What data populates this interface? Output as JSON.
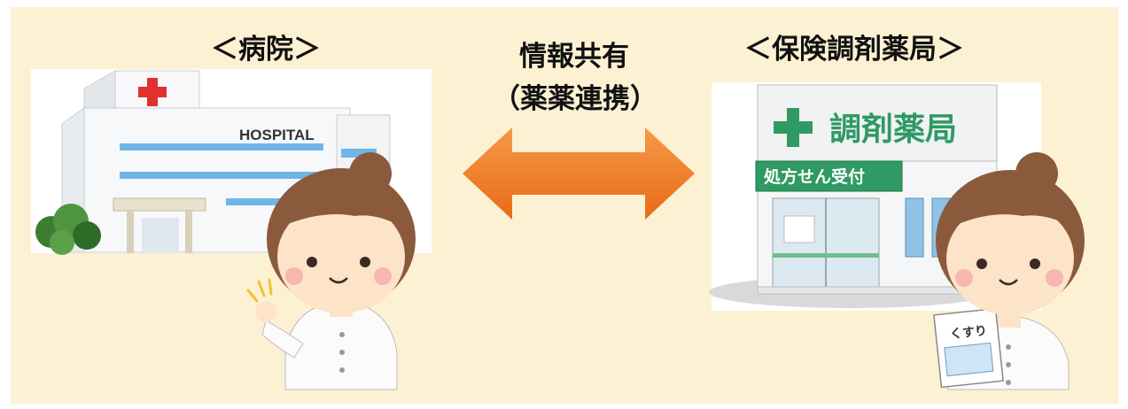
{
  "titles": {
    "hospital": "＜病院＞",
    "pharmacy": "＜保険調剤薬局＞",
    "share_line1": "情報共有",
    "share_line2": "（薬薬連携）"
  },
  "hospital": {
    "sign": "HOSPITAL"
  },
  "pharmacy": {
    "sign": "調剤薬局",
    "counter_sign": "処方せん受付"
  },
  "pharmacist_right": {
    "clipboard": "くすり"
  },
  "colors": {
    "background": "#fdf1d3",
    "arrow": "#f07a27",
    "green": "#2f9a63",
    "hospital_red": "#e03030",
    "hair": "#8b5a3c",
    "skin": "#fde3c8"
  }
}
